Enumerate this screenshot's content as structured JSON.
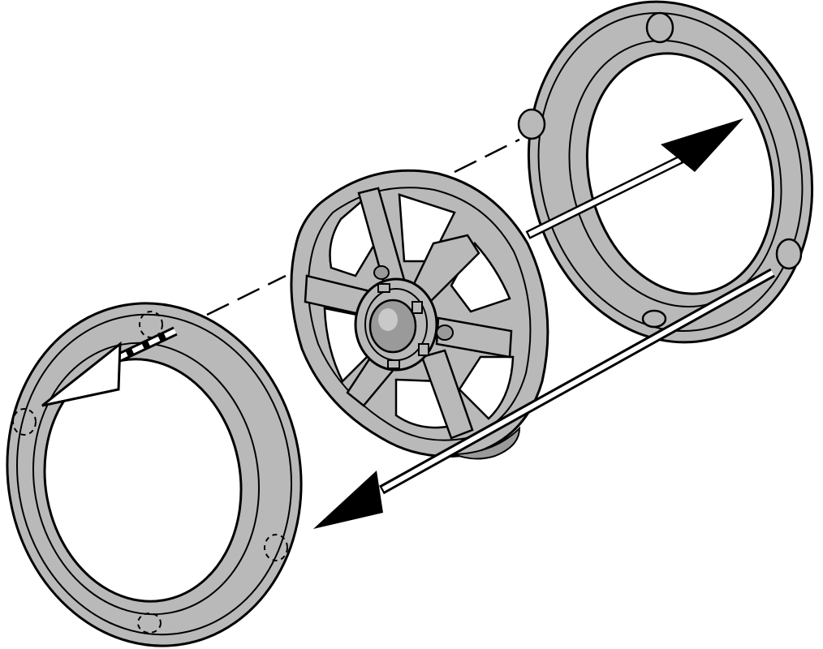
{
  "diagram": {
    "kind": "exploded-assembly",
    "components": [
      {
        "id": "left-ring",
        "shape": "flat annular ring"
      },
      {
        "id": "speaker-basket",
        "shape": "speaker frame with six spokes and centre hub"
      },
      {
        "id": "right-ring",
        "shape": "flat annular ring with tabs"
      }
    ],
    "arrows": [
      {
        "id": "arrow-upper",
        "from": "left-ring",
        "to": "right-ring",
        "style": "solid-black head, white shaft"
      },
      {
        "id": "arrow-lower",
        "from": "right-ring",
        "to": "left-ring",
        "style": "solid-black head, white shaft"
      },
      {
        "id": "arrow-left-hollow",
        "from": "left-ring",
        "to": "left-ring",
        "style": "hollow white head, dashed shaft"
      }
    ],
    "colors": {
      "ring": "#b9b9b9",
      "ring_dark": "#9a9a9a",
      "ink": "#000000",
      "paper": "#ffffff"
    }
  }
}
